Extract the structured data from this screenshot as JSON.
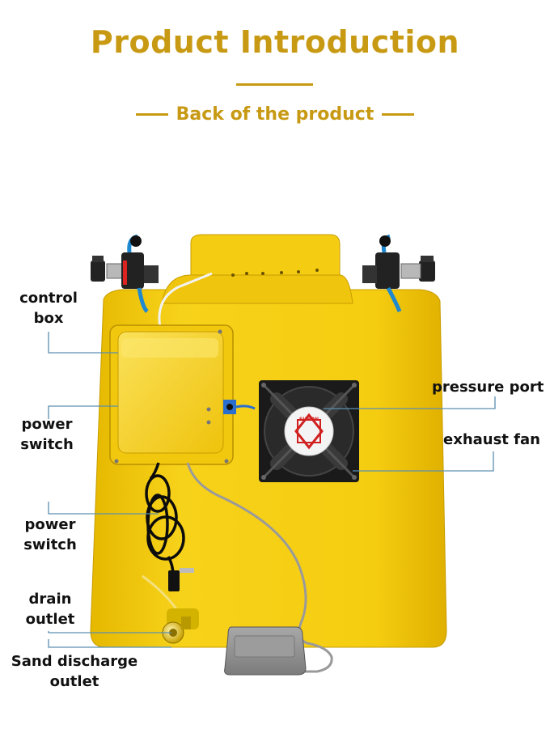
{
  "header": {
    "title": "Product Introduction",
    "subtitle": "Back of the product"
  },
  "labels": {
    "control_box": [
      "control",
      "box"
    ],
    "power_switch_1": [
      "power",
      "switch"
    ],
    "power_switch_2": [
      "power",
      "switch"
    ],
    "drain_outlet": [
      "drain",
      "outlet"
    ],
    "sand_discharge_outlet": [
      "Sand discharge",
      "outlet"
    ],
    "pressure_port": "pressure port",
    "exhaust_fan": "exhaust fan"
  },
  "fan_brand": "SUNON",
  "colors": {
    "gold": "#c89a14",
    "machine_yellow": "#f2c80f",
    "leader_line": "#5a8fb0"
  }
}
